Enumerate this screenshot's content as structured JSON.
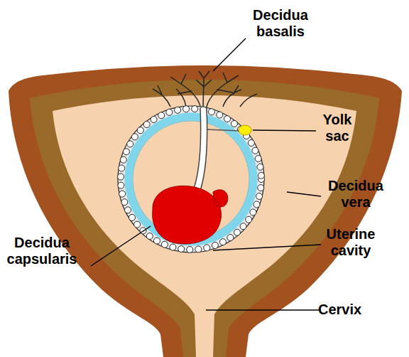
{
  "diagram": {
    "labels": [
      "Decidua basalis",
      "Yolk sac",
      "Decidua vera",
      "Uterine cavity",
      "Decidua capsularis",
      "Cervix"
    ]
  }
}
